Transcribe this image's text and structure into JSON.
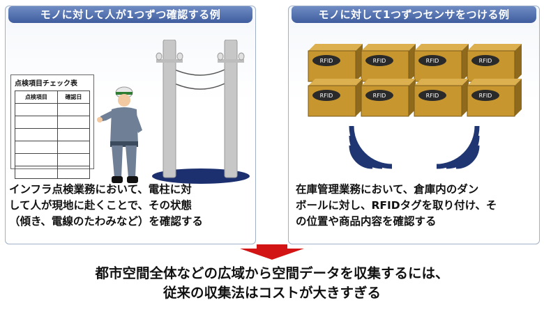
{
  "left_panel": {
    "title": "モノに対して人が1つずつ確認する例",
    "checklist": {
      "title": "点検項目チェック表",
      "columns": [
        "点検項目",
        "確認日"
      ]
    },
    "caption_lines": [
      "インフラ点検業務において、電柱に対",
      "して人が現地に赴くことで、その状態",
      "（傾き、電線のたわみなど）を確認する"
    ]
  },
  "right_panel": {
    "title": "モノに対して1つずつセンサをつける例",
    "tag_label": "RFID",
    "caption_lines": [
      "在庫管理業務において、倉庫内のダン",
      "ボールに対し、RFIDタグを取り付け、そ",
      "の位置や商品内容を確認する"
    ]
  },
  "summary": {
    "line1": "都市空間全体などの広域から空間データを収集するには、",
    "line2": "従来の収集法はコストが大きすぎる"
  },
  "colors": {
    "panel_header": "#4a67a8",
    "arrow": "#d21414",
    "box": "#c7962f",
    "signal": "#1f3672"
  }
}
